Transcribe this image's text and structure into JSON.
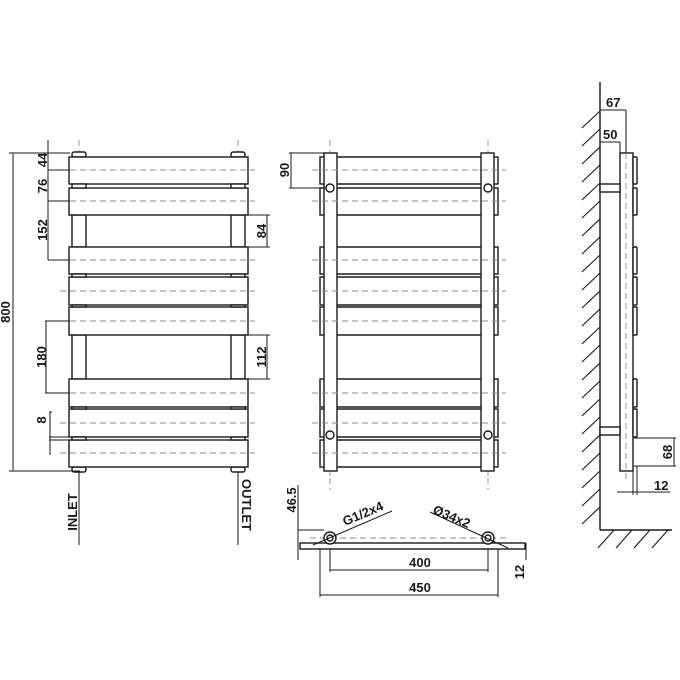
{
  "drawing": {
    "title": "Flat panel towel radiator technical drawing",
    "colors": {
      "line": "#1a1a1a",
      "centerline": "#8a8a8a",
      "background": "#ffffff"
    },
    "front_view": {
      "dimensions": {
        "overall_height": "800",
        "top_bar_to_center": "44",
        "bar_pitch_top": "76",
        "gap_top": "152",
        "gap_top_clear": "84",
        "gap_mid": "180",
        "gap_mid_clear": "112",
        "bar_spacing": "8"
      },
      "labels": {
        "inlet": "INLET",
        "outlet": "OUTLET"
      }
    },
    "rear_view": {
      "dimensions": {
        "bracket_offset": "90"
      }
    },
    "bottom_view": {
      "dimensions": {
        "connection_height": "46.5",
        "pipe_centers": "400",
        "overall_width": "450",
        "panel_depth": "12"
      },
      "labels": {
        "thread": "G1/2x4",
        "diameter": "Ø34x2"
      }
    },
    "side_view": {
      "dimensions": {
        "wall_to_front": "67",
        "wall_to_pipe": "50",
        "bracket_height": "68",
        "bar_thickness": "12"
      }
    }
  }
}
